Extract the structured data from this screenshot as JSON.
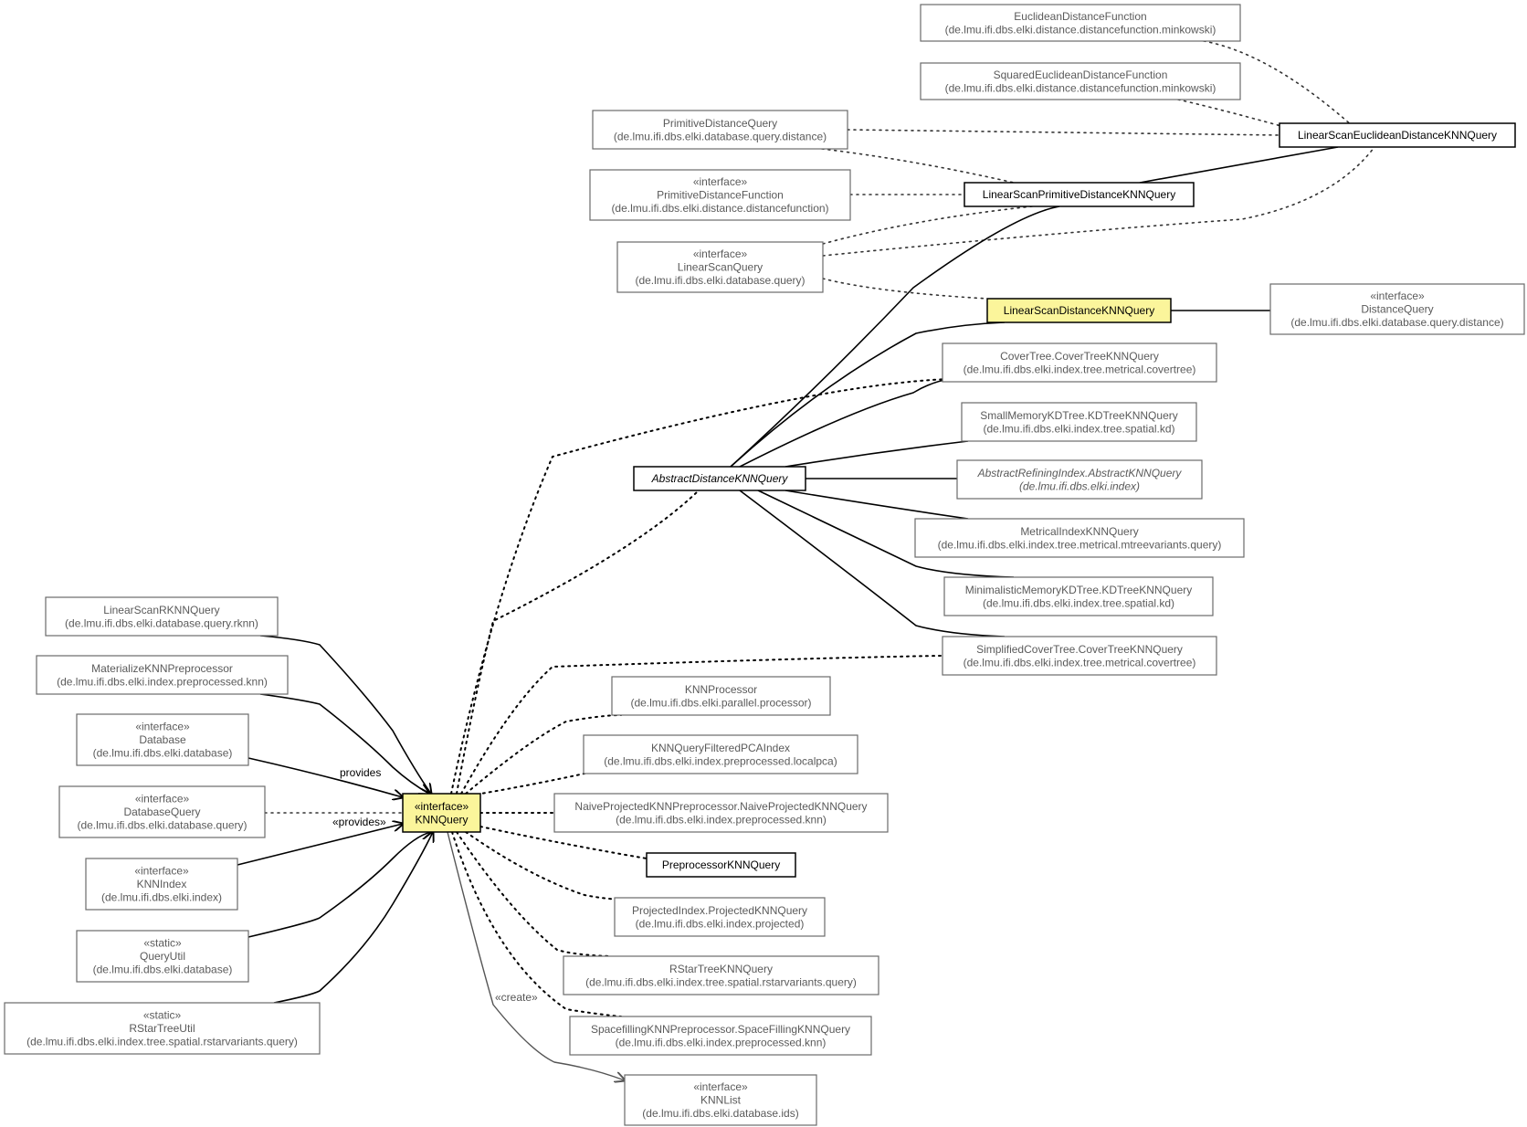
{
  "nodes": {
    "euclidean_distance_function": {
      "lines": [
        "EuclideanDistanceFunction",
        "(de.lmu.ifi.dbs.elki.distance.distancefunction.minkowski)"
      ]
    },
    "squared_euclidean_distance_function": {
      "lines": [
        "SquaredEuclideanDistanceFunction",
        "(de.lmu.ifi.dbs.elki.distance.distancefunction.minkowski)"
      ]
    },
    "primitive_distance_query": {
      "lines": [
        "PrimitiveDistanceQuery",
        "(de.lmu.ifi.dbs.elki.database.query.distance)"
      ]
    },
    "linear_scan_euclidean_knn_query": {
      "lines": [
        "LinearScanEuclideanDistanceKNNQuery"
      ]
    },
    "primitive_distance_function": {
      "lines": [
        "«interface»",
        "PrimitiveDistanceFunction",
        "(de.lmu.ifi.dbs.elki.distance.distancefunction)"
      ]
    },
    "linear_scan_primitive_knn_query": {
      "lines": [
        "LinearScanPrimitiveDistanceKNNQuery"
      ]
    },
    "linear_scan_query": {
      "lines": [
        "«interface»",
        "LinearScanQuery",
        "(de.lmu.ifi.dbs.elki.database.query)"
      ]
    },
    "linear_scan_distance_knn_query": {
      "lines": [
        "LinearScanDistanceKNNQuery"
      ]
    },
    "distance_query": {
      "lines": [
        "«interface»",
        "DistanceQuery",
        "(de.lmu.ifi.dbs.elki.database.query.distance)"
      ]
    },
    "cover_tree_knn_query": {
      "lines": [
        "CoverTree.CoverTreeKNNQuery",
        "(de.lmu.ifi.dbs.elki.index.tree.metrical.covertree)"
      ]
    },
    "small_memory_kdtree_knn_query": {
      "lines": [
        "SmallMemoryKDTree.KDTreeKNNQuery",
        "(de.lmu.ifi.dbs.elki.index.tree.spatial.kd)"
      ]
    },
    "abstract_distance_knn_query": {
      "lines": [
        "AbstractDistanceKNNQuery"
      ]
    },
    "abstract_refining_index_knn_query": {
      "lines": [
        "AbstractRefiningIndex.AbstractKNNQuery",
        "(de.lmu.ifi.dbs.elki.index)"
      ]
    },
    "metrical_index_knn_query": {
      "lines": [
        "MetricalIndexKNNQuery",
        "(de.lmu.ifi.dbs.elki.index.tree.metrical.mtreevariants.query)"
      ]
    },
    "minimalistic_memory_kdtree_knn_query": {
      "lines": [
        "MinimalisticMemoryKDTree.KDTreeKNNQuery",
        "(de.lmu.ifi.dbs.elki.index.tree.spatial.kd)"
      ]
    },
    "simplified_cover_tree_knn_query": {
      "lines": [
        "SimplifiedCoverTree.CoverTreeKNNQuery",
        "(de.lmu.ifi.dbs.elki.index.tree.metrical.covertree)"
      ]
    },
    "linear_scan_rknn_query": {
      "lines": [
        "LinearScanRKNNQuery",
        "(de.lmu.ifi.dbs.elki.database.query.rknn)"
      ]
    },
    "materialize_knn_preprocessor": {
      "lines": [
        "MaterializeKNNPreprocessor",
        "(de.lmu.ifi.dbs.elki.index.preprocessed.knn)"
      ]
    },
    "knn_processor": {
      "lines": [
        "KNNProcessor",
        "(de.lmu.ifi.dbs.elki.parallel.processor)"
      ]
    },
    "database": {
      "lines": [
        "«interface»",
        "Database",
        "(de.lmu.ifi.dbs.elki.database)"
      ]
    },
    "knn_query_filtered_pca_index": {
      "lines": [
        "KNNQueryFilteredPCAIndex",
        "(de.lmu.ifi.dbs.elki.index.preprocessed.localpca)"
      ]
    },
    "database_query": {
      "lines": [
        "«interface»",
        "DatabaseQuery",
        "(de.lmu.ifi.dbs.elki.database.query)"
      ]
    },
    "knn_query": {
      "lines": [
        "«interface»",
        "KNNQuery"
      ]
    },
    "naive_projected_knn_query": {
      "lines": [
        "NaiveProjectedKNNPreprocessor.NaiveProjectedKNNQuery",
        "(de.lmu.ifi.dbs.elki.index.preprocessed.knn)"
      ]
    },
    "preprocessor_knn_query": {
      "lines": [
        "PreprocessorKNNQuery"
      ]
    },
    "knn_index": {
      "lines": [
        "«interface»",
        "KNNIndex",
        "(de.lmu.ifi.dbs.elki.index)"
      ]
    },
    "projected_index_knn_query": {
      "lines": [
        "ProjectedIndex.ProjectedKNNQuery",
        "(de.lmu.ifi.dbs.elki.index.projected)"
      ]
    },
    "query_util": {
      "lines": [
        "«static»",
        "QueryUtil",
        "(de.lmu.ifi.dbs.elki.database)"
      ]
    },
    "rstar_tree_knn_query": {
      "lines": [
        "RStarTreeKNNQuery",
        "(de.lmu.ifi.dbs.elki.index.tree.spatial.rstarvariants.query)"
      ]
    },
    "rstar_tree_util": {
      "lines": [
        "«static»",
        "RStarTreeUtil",
        "(de.lmu.ifi.dbs.elki.index.tree.spatial.rstarvariants.query)"
      ]
    },
    "spacefilling_knn_query": {
      "lines": [
        "SpacefillingKNNPreprocessor.SpaceFillingKNNQuery",
        "(de.lmu.ifi.dbs.elki.index.preprocessed.knn)"
      ]
    },
    "knn_list": {
      "lines": [
        "«interface»",
        "KNNList",
        "(de.lmu.ifi.dbs.elki.database.ids)"
      ]
    }
  },
  "edge_labels": {
    "provides": "provides",
    "provides_stereo": "«provides»",
    "create": "«create»"
  },
  "colors": {
    "highlight_fill": "#fbf59b",
    "border_default": "#6a6a6a",
    "border_strong": "#000000",
    "text_default": "#5a5a5a"
  }
}
